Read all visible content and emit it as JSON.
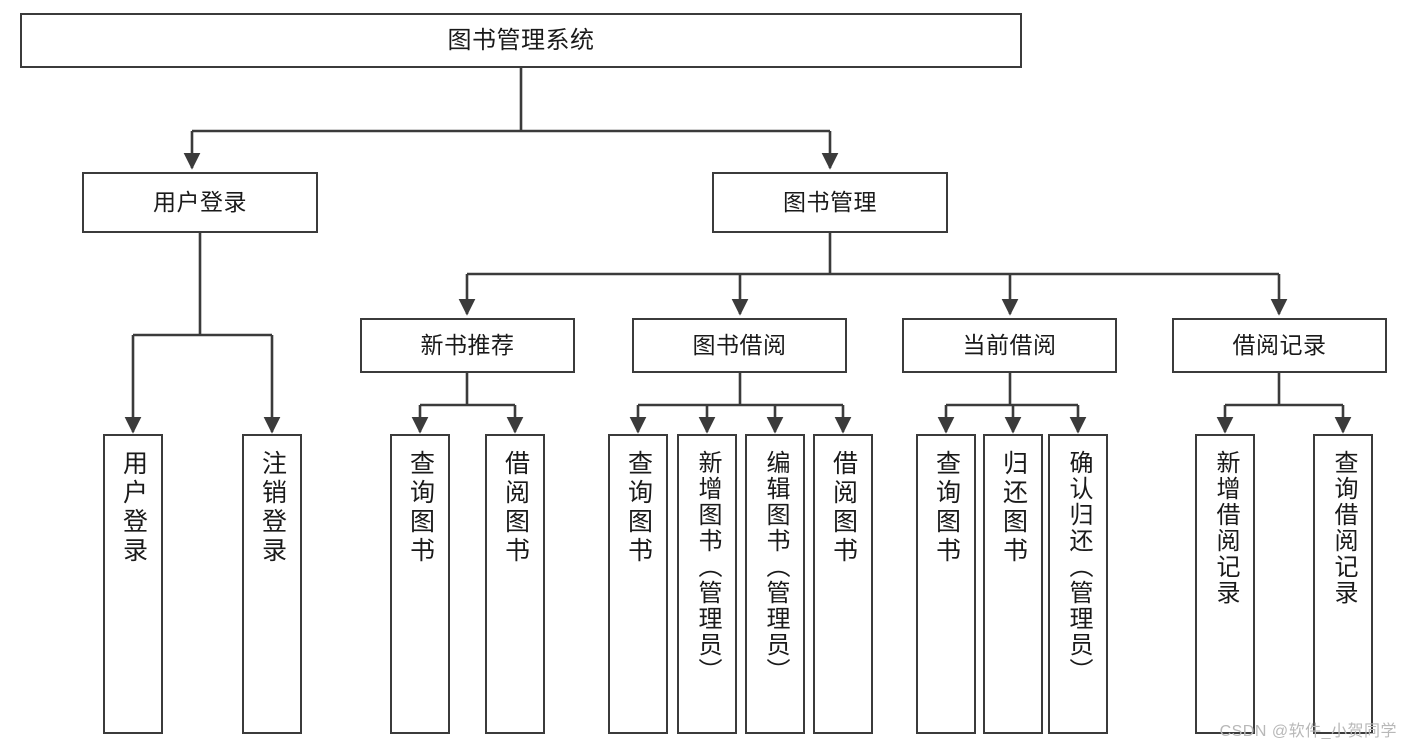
{
  "diagram": {
    "title": "图书管理系统",
    "type": "tree-structure-chart",
    "colors": {
      "background": "#ffffff",
      "node_border": "#3b3b3b",
      "node_fill": "#ffffff",
      "edge": "#3b3b3b",
      "text": "#1a1a1a",
      "watermark": "#b8b8b8"
    }
  },
  "nodes": {
    "root": {
      "label": "图书管理系统"
    },
    "level1": [
      {
        "label": "用户登录"
      },
      {
        "label": "图书管理"
      }
    ],
    "level2": [
      {
        "label": "新书推荐"
      },
      {
        "label": "图书借阅"
      },
      {
        "label": "当前借阅"
      },
      {
        "label": "借阅记录"
      }
    ],
    "leaves": {
      "user_login": [
        {
          "label": "用户登录"
        },
        {
          "label": "注销登录"
        }
      ],
      "new_book_recommend": [
        {
          "label": "查询图书"
        },
        {
          "label": "借阅图书"
        }
      ],
      "book_borrow": [
        {
          "label": "查询图书"
        },
        {
          "label": "新增图书（管理员）"
        },
        {
          "label": "编辑图书（管理员）"
        },
        {
          "label": "借阅图书"
        }
      ],
      "current_borrow": [
        {
          "label": "查询图书"
        },
        {
          "label": "归还图书"
        },
        {
          "label": "确认归还（管理员）"
        }
      ],
      "borrow_record": [
        {
          "label": "新增借阅记录"
        },
        {
          "label": "查询借阅记录"
        }
      ]
    }
  },
  "watermark": {
    "text": "CSDN @软件_小贺同学"
  }
}
